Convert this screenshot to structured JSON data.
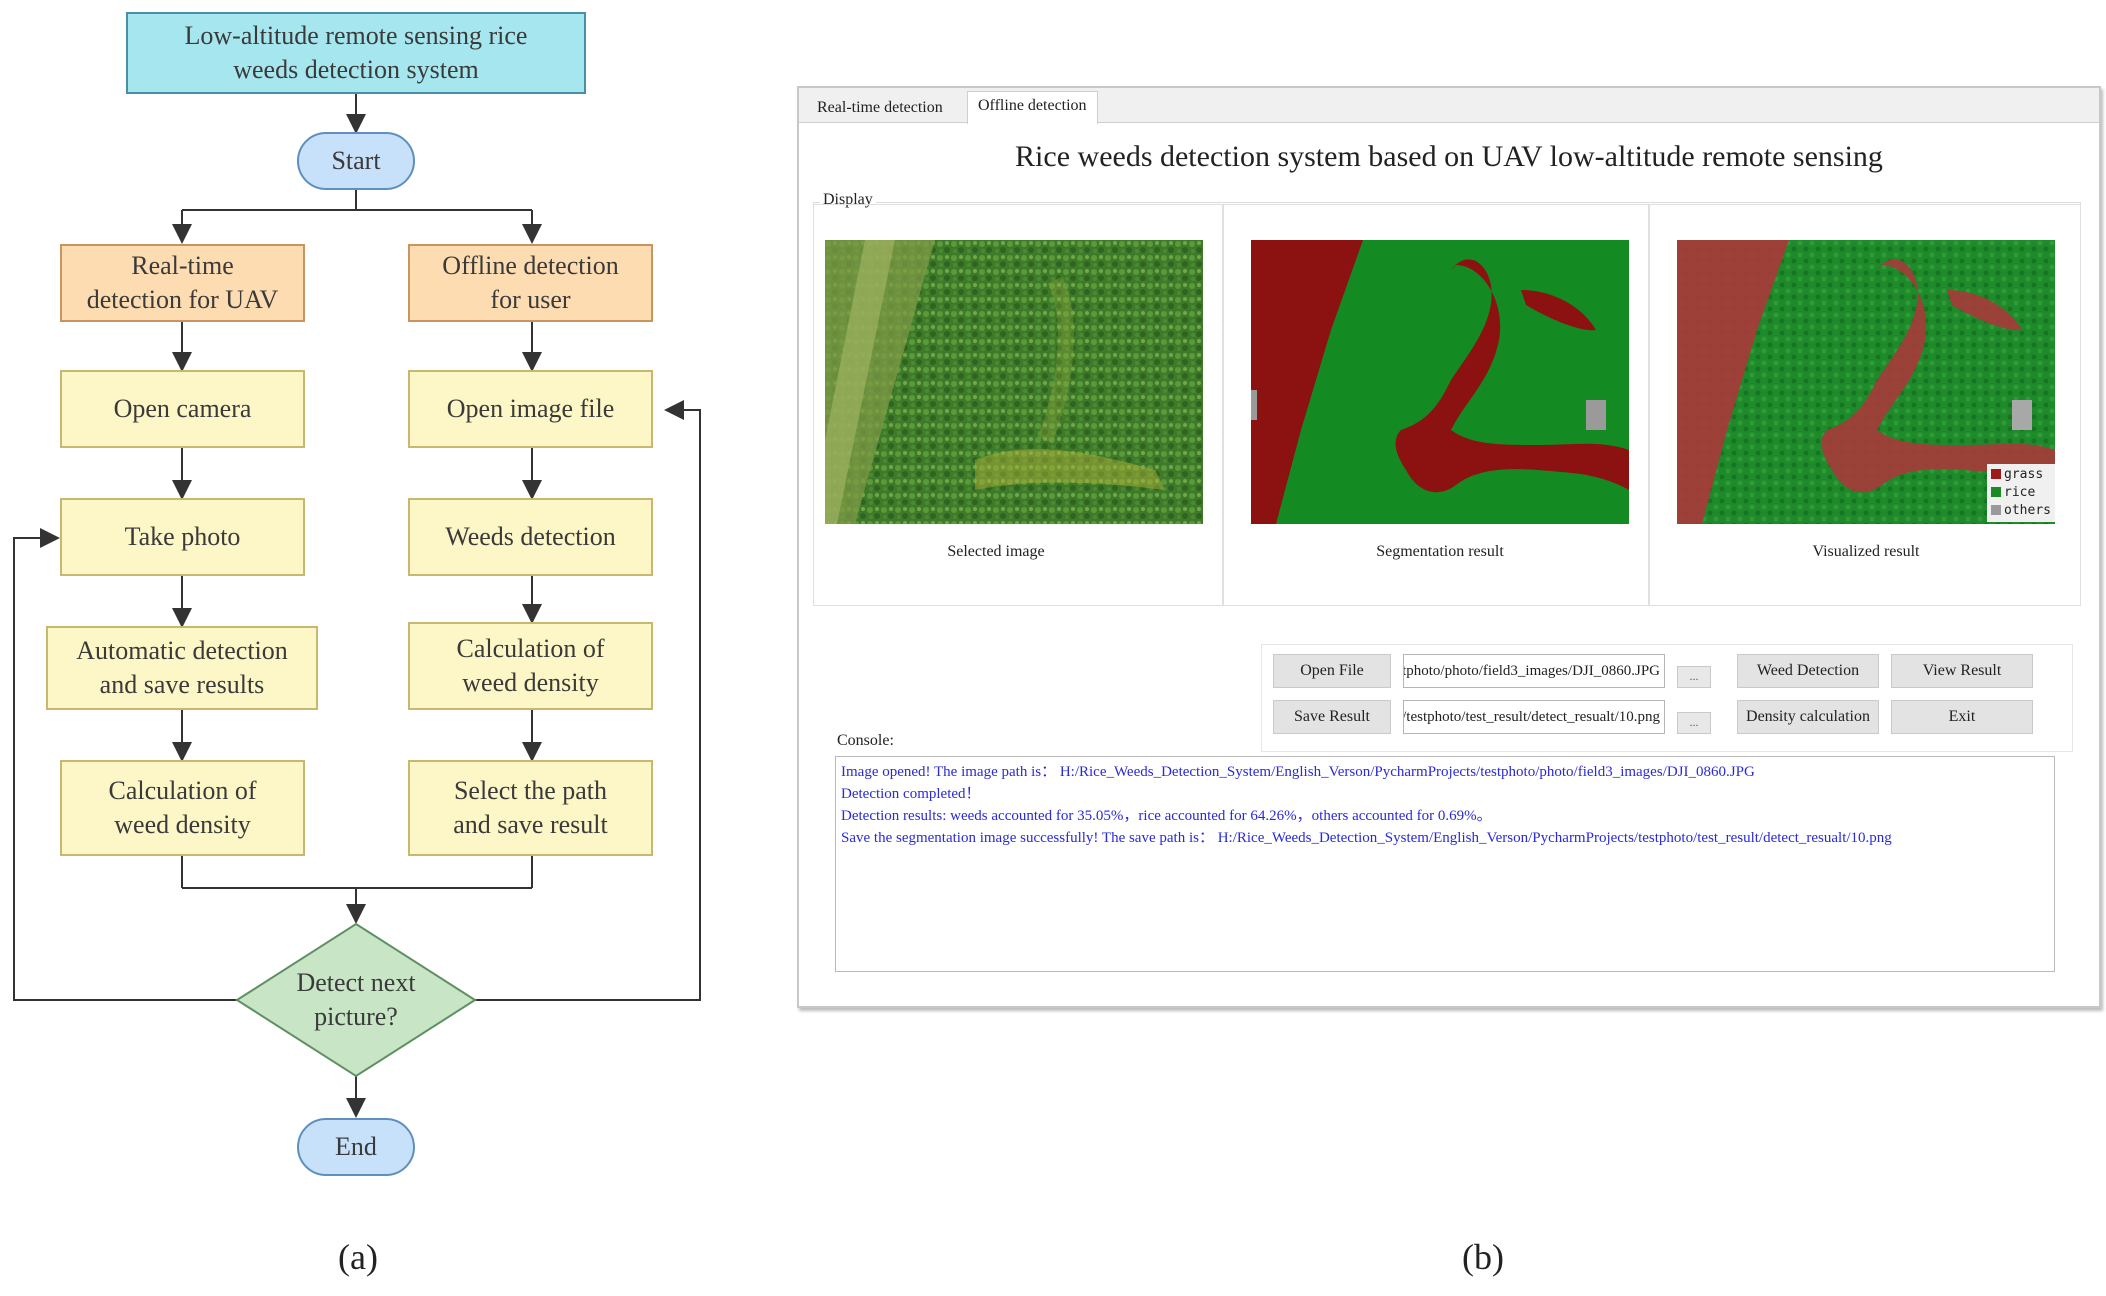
{
  "flowchart": {
    "title": "Low-altitude remote sensing rice\nweeds detection system",
    "start": "Start",
    "end": "End",
    "left_branch": {
      "header": "Real-time\ndetection for UAV",
      "steps": [
        "Open camera",
        "Take photo",
        "Automatic  detection\nand save results",
        "Calculation of\nweed density"
      ]
    },
    "right_branch": {
      "header": "Offline detection\nfor user",
      "steps": [
        "Open image file",
        "Weeds detection",
        "Calculation of\nweed density",
        "Select the path\nand save result"
      ]
    },
    "decision": "Detect next\npicture?",
    "colors": {
      "title": "#a6e6ee",
      "branch": "#fddcb2",
      "step": "#fdf6c6",
      "terminal": "#c7e1fb",
      "decision": "#c8e6c6"
    }
  },
  "captions": {
    "a": "(a)",
    "b": "(b)"
  },
  "app": {
    "tabs": [
      {
        "label": "Real-time detection",
        "active": false
      },
      {
        "label": "Offline detection",
        "active": true
      }
    ],
    "title": "Rice weeds detection system based on UAV low-altitude remote sensing",
    "display_label": "Display",
    "images": [
      {
        "caption": "Selected image",
        "kind": "photo"
      },
      {
        "caption": "Segmentation result",
        "kind": "segmentation"
      },
      {
        "caption": "Visualized result",
        "kind": "overlay"
      }
    ],
    "legend": [
      {
        "label": "grass",
        "color": "#9e1a1a"
      },
      {
        "label": "rice",
        "color": "#1b8a23"
      },
      {
        "label": "others",
        "color": "#9a9a9a"
      }
    ],
    "buttons": {
      "open_file": "Open File",
      "save_result": "Save Result",
      "browse": "...",
      "weed_detection": "Weed Detection",
      "density_calculation": "Density calculation",
      "view_result": "View Result",
      "exit": "Exit"
    },
    "open_path": "H:/Rice_Weeds_Detection_System/English_Verson/PycharmProjects/testphoto/photo/field3_images/DJI_0860.JPG",
    "save_path": "H:/Rice_Weeds_Detection_System/English_Verson/PycharmProjects/testphoto/test_result/detect_resualt/10.png",
    "console_label": "Console:",
    "console_lines": [
      "Image opened! The image path is： H:/Rice_Weeds_Detection_System/English_Verson/PycharmProjects/testphoto/photo/field3_images/DJI_0860.JPG",
      "Detection completed！",
      "Detection results: weeds accounted for 35.05%，rice accounted for 64.26%，others accounted for 0.69%。",
      "Save the segmentation image successfully! The save path is： H:/Rice_Weeds_Detection_System/English_Verson/PycharmProjects/testphoto/test_result/detect_resualt/10.png"
    ]
  }
}
